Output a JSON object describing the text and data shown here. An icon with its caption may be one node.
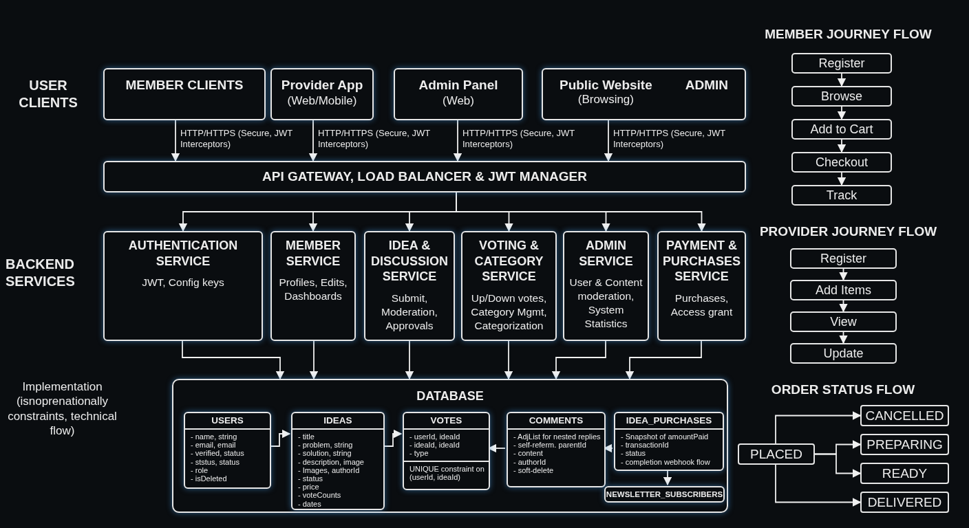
{
  "diagram": {
    "nodes": [
      {
        "text": [
          "MEMBER CLIENTS"
        ]
      },
      {
        "text": [
          "Provider App",
          "(Web/Mobile)"
        ]
      },
      {
        "text": [
          "Admin Panel",
          "(Web)"
        ]
      },
      {
        "text": [
          "Public Website",
          "(Browsing)",
          "ADMIN"
        ]
      },
      {
        "text": [
          "API GATEWAY, LOAD BALANCER & JWT MANAGER"
        ]
      },
      {
        "text": [
          "AUTHENTICATION SERVICE",
          "JWT, Config keys"
        ]
      },
      {
        "text": [
          "MEMBER SERVICE",
          "Profiles, Edits, Dashboards"
        ]
      },
      {
        "text": [
          "IDEA & DISCUSSION SERVICE",
          "Submit, Moderation, Approvals"
        ]
      },
      {
        "text": [
          "VOTING & CATEGORY SERVICE",
          "Up/Down votes, Category Mgmt, Categorization"
        ]
      },
      {
        "text": [
          "ADMIN SERVICE",
          "User & Content moderation, System Statistics"
        ]
      },
      {
        "text": [
          "PAYMENT & PURCHASES SERVICE",
          "Purchases, Access grant"
        ]
      },
      {
        "text": [
          "DATABASE"
        ]
      },
      {
        "text": [
          "USERS",
          "- name, string",
          "- email, email",
          "- verified, status",
          "- ststus, status",
          "- role",
          "- isDeleted"
        ],
        "in": 11
      },
      {
        "text": [
          "IDEAS",
          "- title",
          "- problem, string",
          "- solution, string",
          "- description, image",
          "- Images, authorId",
          "- status",
          "- price",
          "- voteCounts",
          "- dates"
        ],
        "in": 11
      },
      {
        "text": [
          "VOTES",
          "- userId, ideaId",
          "- ideaId, ideaId",
          "- type",
          "UNIQUE constraint on (userId, ideaId)"
        ],
        "in": 11
      },
      {
        "text": [
          "COMMENTS",
          "- AdjList for nested replies",
          "- self-referm. parentId",
          "- content",
          "- authorId",
          "- soft-delete"
        ],
        "in": 11
      },
      {
        "text": [
          "IDEA_PURCHASES",
          "- Snapshot of amountPaid",
          "- transactionId",
          "- status",
          "- completion webhook flow"
        ],
        "in": 11
      },
      {
        "text": [
          "NEWSLETTER_SUBSCRIBERS"
        ],
        "in": 11
      },
      {
        "text": [
          "Register"
        ]
      },
      {
        "text": [
          "Browse"
        ]
      },
      {
        "text": [
          "Add to Cart"
        ]
      },
      {
        "text": [
          "Checkout"
        ]
      },
      {
        "text": [
          "Track"
        ]
      },
      {
        "text": [
          "Register"
        ]
      },
      {
        "text": [
          "Add Items"
        ]
      },
      {
        "text": [
          "View"
        ]
      },
      {
        "text": [
          "Update"
        ]
      },
      {
        "text": [
          "PLACED"
        ]
      },
      {
        "text": [
          "CANCELLED"
        ]
      },
      {
        "text": [
          "PREPARING"
        ]
      },
      {
        "text": [
          "READY"
        ]
      },
      {
        "text": [
          "DELIVERED"
        ]
      }
    ],
    "edges": [
      {
        "from": 0,
        "to": 4,
        "arrow": "to",
        "label": "HTTP/HTTPS (Secure, JWT Interceptors)"
      },
      {
        "from": 1,
        "to": 4,
        "arrow": "to",
        "label": "HTTP/HTTPS (Secure, JWT Interceptors)"
      },
      {
        "from": 2,
        "to": 4,
        "arrow": "to",
        "label": "HTTP/HTTPS (Secure, JWT Interceptors)"
      },
      {
        "from": 3,
        "to": 4,
        "arrow": "to",
        "label": "HTTP/HTTPS (Secure, JWT Interceptors)"
      },
      {
        "from": 4,
        "to": 5,
        "arrow": "to"
      },
      {
        "from": 4,
        "to": 6,
        "arrow": "to"
      },
      {
        "from": 4,
        "to": 7,
        "arrow": "to"
      },
      {
        "from": 4,
        "to": 8,
        "arrow": "to"
      },
      {
        "from": 4,
        "to": 9,
        "arrow": "to"
      },
      {
        "from": 4,
        "to": 10,
        "arrow": "to"
      },
      {
        "from": 5,
        "to": 11,
        "arrow": "to"
      },
      {
        "from": 6,
        "to": 11,
        "arrow": "to"
      },
      {
        "from": 7,
        "to": 11,
        "arrow": "to"
      },
      {
        "from": 8,
        "to": 11,
        "arrow": "to"
      },
      {
        "from": 9,
        "to": 11,
        "arrow": "to"
      },
      {
        "from": 10,
        "to": 11,
        "arrow": "to"
      },
      {
        "from": 12,
        "to": 13,
        "arrow": "to"
      },
      {
        "from": 13,
        "to": 14,
        "arrow": "to"
      },
      {
        "from": 15,
        "to": 14,
        "arrow": "to"
      },
      {
        "from": 16,
        "to": 15,
        "arrow": "to"
      },
      {
        "from": 16,
        "to": 17,
        "arrow": "to"
      },
      {
        "from": 18,
        "to": 19,
        "arrow": "to"
      },
      {
        "from": 19,
        "to": 20,
        "arrow": "to"
      },
      {
        "from": 20,
        "to": 21,
        "arrow": "to"
      },
      {
        "from": 21,
        "to": 22,
        "arrow": "to"
      },
      {
        "from": 23,
        "to": 24,
        "arrow": "to"
      },
      {
        "from": 24,
        "to": 25,
        "arrow": "to"
      },
      {
        "from": 25,
        "to": 26,
        "arrow": "to"
      },
      {
        "from": 27,
        "to": 28,
        "arrow": "to"
      },
      {
        "from": 27,
        "to": 29,
        "arrow": "to"
      },
      {
        "from": 27,
        "to": 30,
        "arrow": "to"
      },
      {
        "from": 27,
        "to": 31,
        "arrow": "to"
      }
    ],
    "labels": [
      "USER CLIENTS",
      "BACKEND SERVICES",
      "Implementation (isnoprenationally constraints, technical flow)",
      "MEMBER JOURNEY FLOW",
      "PROVIDER JOURNEY FLOW",
      "ORDER STATUS FLOW"
    ]
  }
}
